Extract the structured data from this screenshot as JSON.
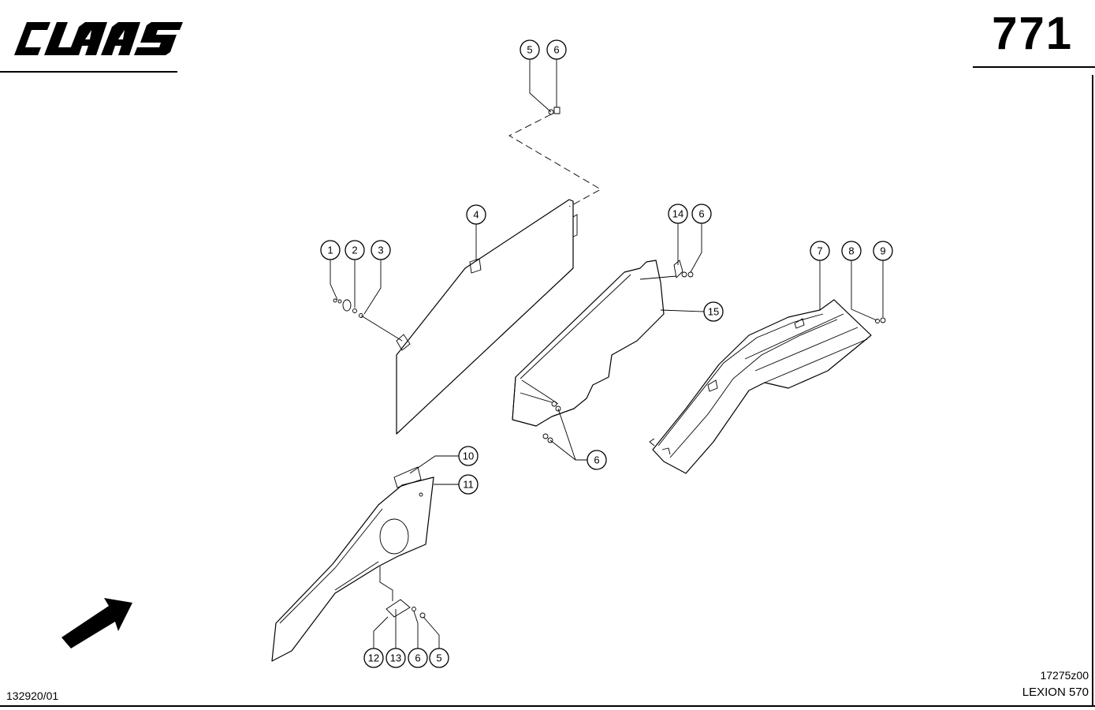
{
  "brand": {
    "logo_text": "CLAAS"
  },
  "header": {
    "page_number": "771"
  },
  "footer": {
    "doc_number": "132920/01",
    "drawing_number": "17275z00",
    "model": "LEXION 570"
  },
  "callouts": [
    {
      "label": "5"
    },
    {
      "label": "6"
    },
    {
      "label": "4"
    },
    {
      "label": "1"
    },
    {
      "label": "2"
    },
    {
      "label": "3"
    },
    {
      "label": "14"
    },
    {
      "label": "6"
    },
    {
      "label": "15"
    },
    {
      "label": "6"
    },
    {
      "label": "7"
    },
    {
      "label": "8"
    },
    {
      "label": "9"
    },
    {
      "label": "10"
    },
    {
      "label": "11"
    },
    {
      "label": "12"
    },
    {
      "label": "13"
    },
    {
      "label": "6"
    },
    {
      "label": "5"
    }
  ],
  "icons": {
    "direction": "direction-arrow-icon"
  }
}
